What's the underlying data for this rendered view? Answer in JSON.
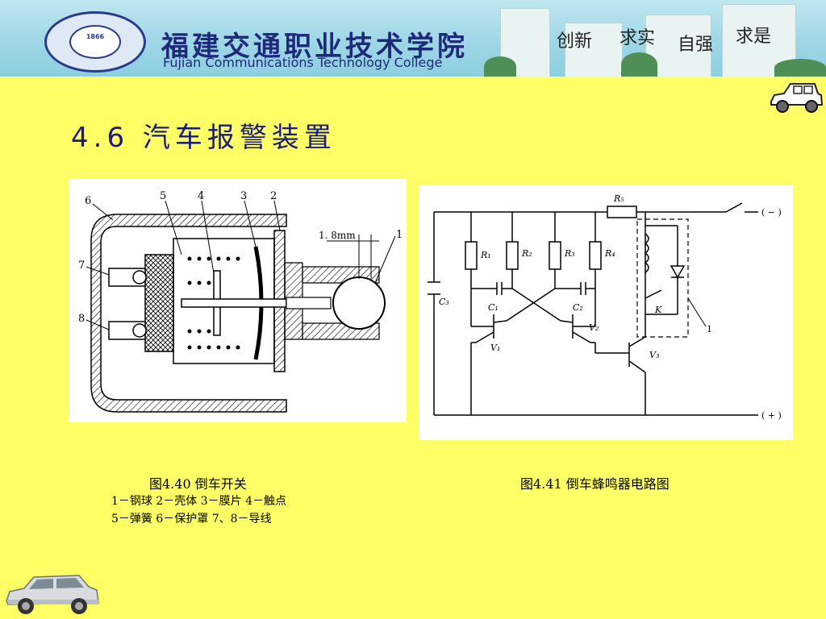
{
  "header": {
    "school_name_cn": "福建交通职业技术学院",
    "school_name_en": "Fujian Communications Technology College",
    "logo_year": "1866",
    "motto": [
      "创新",
      "求实",
      "自强",
      "求是"
    ]
  },
  "slide": {
    "title": "4.6 汽车报警装置"
  },
  "figure_left": {
    "caption": "图4.40  倒车开关",
    "legend_line1": "1－钢球  2－壳体  3－膜片  4－触点",
    "legend_line2": "5－弹簧  6－保护罩  7、8－导线",
    "labels": [
      "6",
      "5",
      "4",
      "3",
      "2",
      "1",
      "7",
      "8",
      "1. 8mm"
    ]
  },
  "figure_right": {
    "caption": "图4.41  倒车蜂鸣器电路图",
    "labels": {
      "r5": "R₅",
      "minus": "( − )",
      "plus": "( + )",
      "r1": "R₁",
      "r2": "R₂",
      "r3": "R₃",
      "r4": "R₄",
      "c1": "C₁",
      "c2": "C₂",
      "c3": "C₃",
      "v1": "V₁",
      "v2": "V₂",
      "v3": "V₃",
      "k": "K",
      "n1": "1"
    }
  },
  "colors": {
    "background": "#FFFF66",
    "title": "#1b1b7a"
  },
  "icons": [
    "car-outline-icon",
    "suv-photo-icon"
  ]
}
